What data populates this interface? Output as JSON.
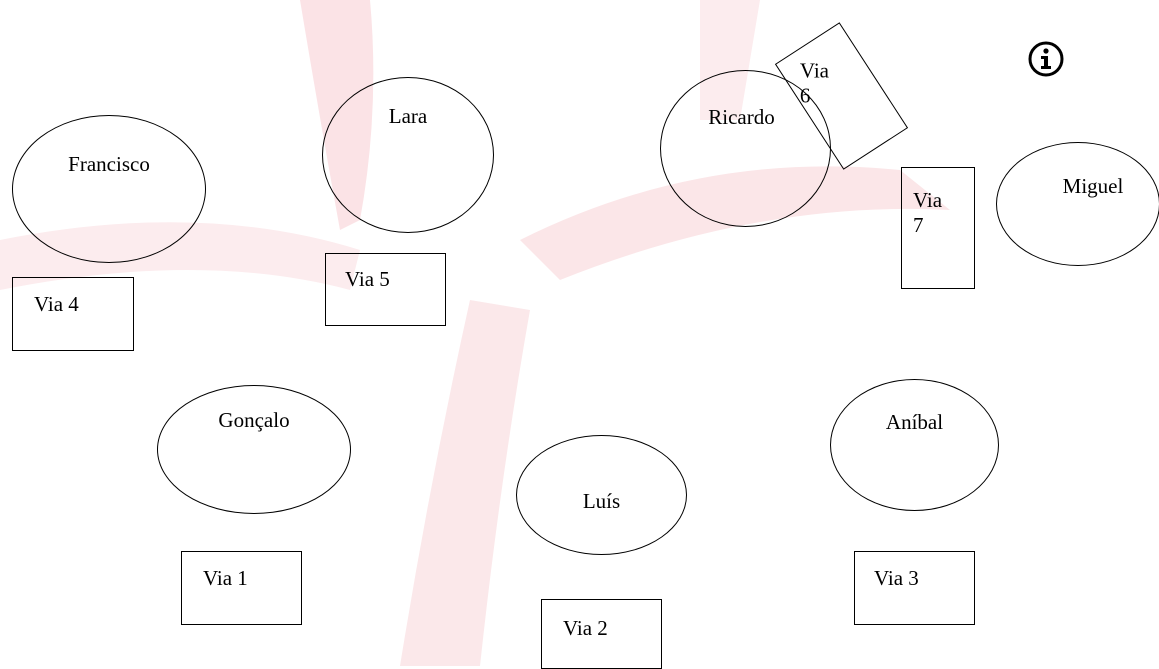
{
  "background": {
    "accent_color": "#e8132b"
  },
  "people": {
    "francisco": "Francisco",
    "lara": "Lara",
    "ricardo": "Ricardo",
    "miguel": "Miguel",
    "goncalo": "Gonçalo",
    "luis": "Luís",
    "anibal": "Aníbal"
  },
  "vias": {
    "via1": "Via 1",
    "via2": "Via 2",
    "via3": "Via 3",
    "via4": "Via 4",
    "via5": "Via 5",
    "via6": "Via\n6",
    "via7": "Via\n7"
  },
  "icons": {
    "info": "info-icon"
  }
}
